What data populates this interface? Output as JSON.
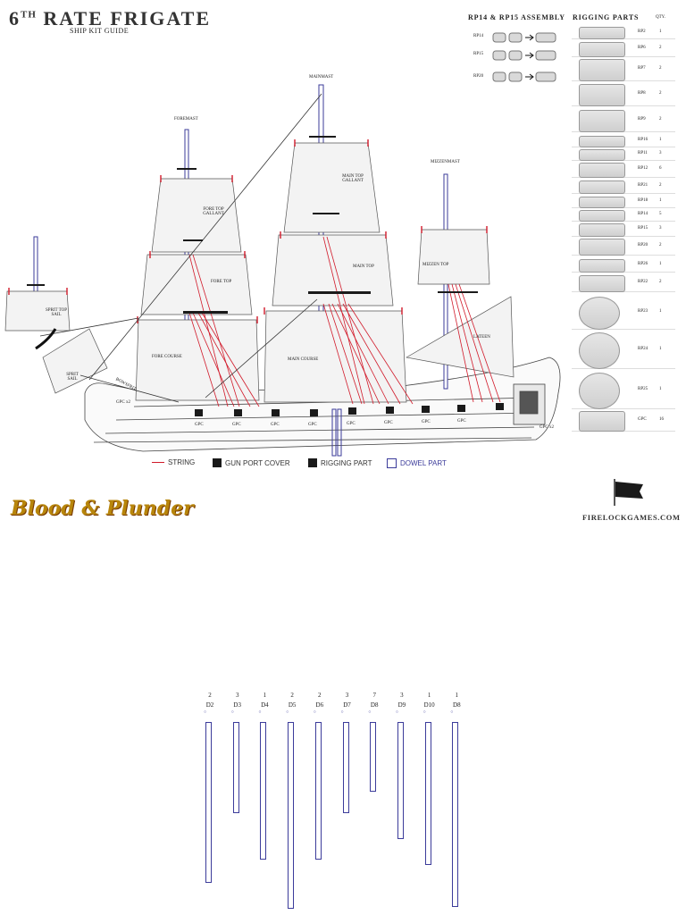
{
  "header": {
    "title_num": "6",
    "title_sup": "TH",
    "title_rest": " RATE FRIGATE",
    "subtitle": "SHIP KIT GUIDE"
  },
  "assembly": {
    "title": "RP14 & RP15 ASSEMBLY",
    "rows": [
      "RP14",
      "RP15",
      "RP20"
    ]
  },
  "rigging": {
    "title": "RIGGING PARTS",
    "qty_header": "QTY.",
    "parts": [
      {
        "name": "RP2",
        "qty": "1"
      },
      {
        "name": "RP6",
        "qty": "2"
      },
      {
        "name": "RP7",
        "qty": "2"
      },
      {
        "name": "RP8",
        "qty": "2"
      },
      {
        "name": "RP9",
        "qty": "2"
      },
      {
        "name": "RP16",
        "qty": "1"
      },
      {
        "name": "RP11",
        "qty": "3"
      },
      {
        "name": "RP12",
        "qty": "6"
      },
      {
        "name": "RP21",
        "qty": "2"
      },
      {
        "name": "RP18",
        "qty": "1"
      },
      {
        "name": "RP14",
        "qty": "5"
      },
      {
        "name": "RP15",
        "qty": "3"
      },
      {
        "name": "RP20",
        "qty": "2"
      },
      {
        "name": "RP26",
        "qty": "1"
      },
      {
        "name": "RP22",
        "qty": "2"
      },
      {
        "name": "RP23",
        "qty": "1"
      },
      {
        "name": "RP24",
        "qty": "1"
      },
      {
        "name": "RP25",
        "qty": "1"
      },
      {
        "name": "GPC",
        "qty": "16"
      }
    ]
  },
  "ship": {
    "masts": {
      "main": "MAINMAST",
      "fore": "FOREMAST",
      "mizzen": "MIZZENMAST"
    },
    "sails": {
      "fore_top_gallant": "FORE TOP GALLANT",
      "fore_top": "FORE TOP",
      "fore_course": "FORE COURSE",
      "main_top_gallant": "MAIN TOP GALLANT",
      "main_top": "MAIN TOP",
      "main_course": "MAIN COURSE",
      "mizzen_top": "MIZZEN TOP",
      "lateen": "LATEEN",
      "sprit_top_sail": "SPRIT TOP SAIL",
      "sprit_sail": "SPRIT SAIL",
      "bowsprit": "BOWSPRIT"
    },
    "gpc_label": "GPC",
    "gpc_x2": "GPC x2"
  },
  "legend": {
    "string": "STRING",
    "gun_port_cover": "GUN PORT COVER",
    "rigging_part": "RIGGING PART",
    "dowel_part": "DOWEL PART",
    "colors": {
      "string": "#d11a2a",
      "black": "#1a1a1a",
      "dowel": "#3b3b9a"
    }
  },
  "footer": {
    "brand": "Blood & Plunder",
    "site": "FIRELOCKGAMES.COM"
  },
  "dowels": [
    {
      "count": "2",
      "name": "D2",
      "length": 0.8
    },
    {
      "count": "3",
      "name": "D3",
      "length": 0.45
    },
    {
      "count": "1",
      "name": "D4",
      "length": 0.68
    },
    {
      "count": "2",
      "name": "D5",
      "length": 0.93
    },
    {
      "count": "2",
      "name": "D6",
      "length": 0.68
    },
    {
      "count": "3",
      "name": "D7",
      "length": 0.45
    },
    {
      "count": "7",
      "name": "D8",
      "length": 0.34
    },
    {
      "count": "3",
      "name": "D9",
      "length": 0.58
    },
    {
      "count": "1",
      "name": "D10",
      "length": 0.71
    },
    {
      "count": "1",
      "name": "D8",
      "length": 0.92
    }
  ]
}
